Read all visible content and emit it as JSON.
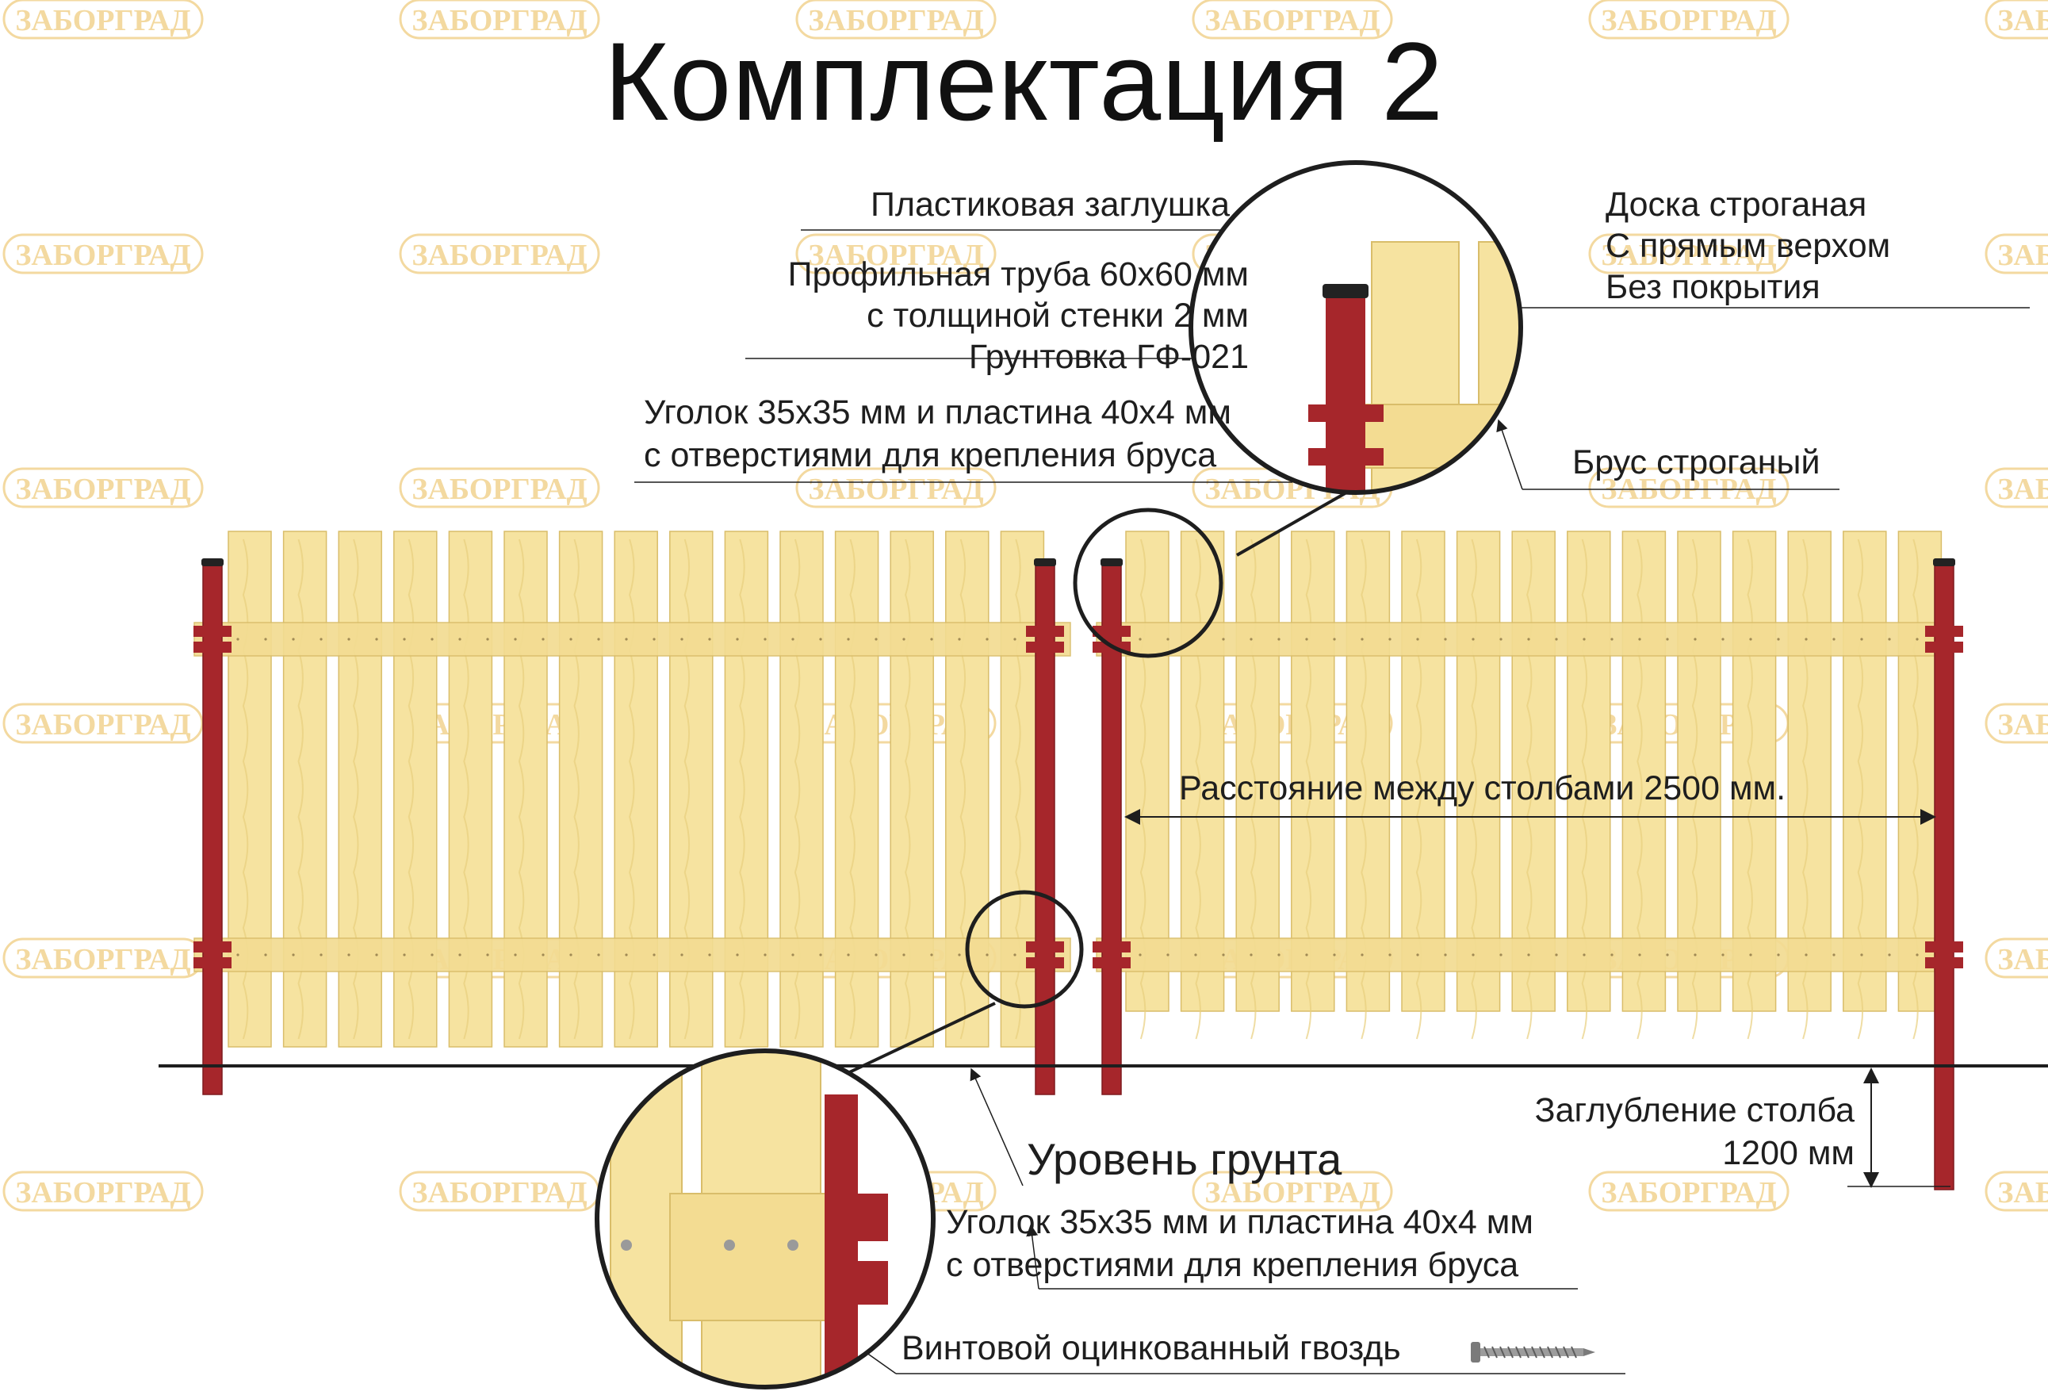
{
  "title": "Комплектация 2",
  "watermark": "ЗАБОРГРАД",
  "labels": {
    "cap": "Пластиковая заглушка",
    "pipe_1": "Профильная труба 60х60 мм",
    "pipe_2": "с толщиной стенки 2 мм",
    "pipe_3": "Грунтовка ГФ-021",
    "corner_top_1": "Уголок 35х35 мм и пластина 40х4 мм",
    "corner_top_2": "с отверстиями для крепления бруса",
    "board_1": "Доска строганая",
    "board_2": "С прямым верхом",
    "board_3": "Без покрытия",
    "beam": "Брус строганый",
    "distance": "Расстояние между столбами 2500 мм.",
    "depth_1": "Заглубление столба",
    "depth_2": "1200 мм",
    "ground": "Уровень грунта",
    "corner_bottom_1": "Уголок 35х35 мм и пластина 40х4 мм",
    "corner_bottom_2": "с отверстиями для крепления бруса",
    "nail": "Винтовой оцинкованный гвоздь"
  },
  "colors": {
    "wood": "#f6e3a0",
    "wood_edge": "#d9bd6a",
    "post": "#a6262b",
    "post_dark": "#7e1a1f",
    "cap": "#222222",
    "watermark": "#f3d9a0"
  }
}
